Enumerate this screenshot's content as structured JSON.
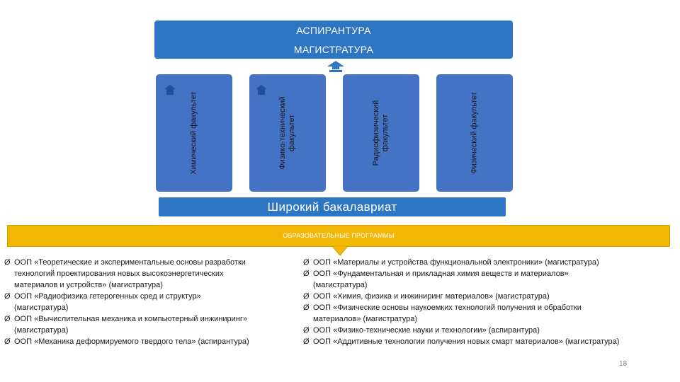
{
  "top_banner": {
    "line1": "АСПИРАНТУРА",
    "line2": "МАГИСТРАТУРА"
  },
  "faculties": [
    {
      "label": "Химический факультет"
    },
    {
      "label": "Физико-технический факультет"
    },
    {
      "label": "Радиофизический факультет"
    },
    {
      "label": "Физический факультет"
    }
  ],
  "bakalavriat": "Широкий бакалавриат",
  "programs_bar": "ОБРАЗОВАТЕЛЬНЫЕ ПРОГРАММЫ",
  "bullet_glyph": "Ø",
  "left_list": [
    {
      "lines": [
        "ООП «Теоретические и экспериментальные основы разработки",
        "технологий проектирования новых высокоэнергетических",
        "материалов и устройств» (магистратура)"
      ]
    },
    {
      "lines": [
        "ООП «Радиофизика гетерогенных сред и структур»",
        "(магистратура)"
      ]
    },
    {
      "lines": [
        "ООП «Вычислительная механика и компьютерный инжиниринг»",
        "(магистратура)"
      ]
    },
    {
      "lines": [
        "ООП «Механика деформируемого твердого тела» (аспирантура)"
      ]
    }
  ],
  "right_list": [
    {
      "lines": [
        "ООП «Материалы и устройства функциональной электроники» (магистратура)"
      ]
    },
    {
      "lines": [
        "ООП «Фундаментальная и прикладная химия веществ и материалов»",
        "(магистратура)"
      ]
    },
    {
      "lines": [
        "ООП «Химия, физика и инжиниринг материалов» (магистратура)"
      ]
    },
    {
      "lines": [
        "ООП «Физические основы наукоемких технологий получения и обработки",
        "материалов» (магистратура)"
      ]
    },
    {
      "lines": [
        "ООП «Физико-технические науки и технологии» (аспирантура)"
      ]
    },
    {
      "lines": [
        "ООП «Аддитивные технологии получения новых смарт материалов» (магистратура)"
      ]
    }
  ],
  "page_number": "18",
  "colors": {
    "banner": "#2e75c3",
    "faculty": "#4472c4",
    "programs_bar": "#f2b705"
  }
}
